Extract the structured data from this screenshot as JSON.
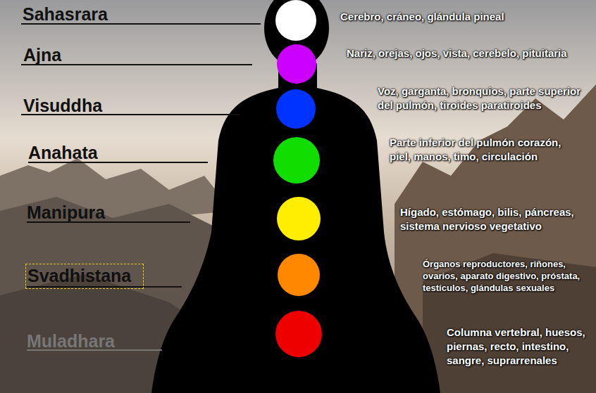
{
  "diagram": {
    "nodes": [
      {
        "text": [
          "Svadhistana"
        ]
      }
    ],
    "labels": [
      "Sahasrara",
      "Cerebro, cráneo, glándula pineal",
      "Ajna",
      "Nariz, orejas, ojos, vista, cerebelo, pituitaria",
      "Visuddha",
      "Voz, garganta, bronquios, parte superior del pulmón, tiroides paratiroides",
      "Anahata",
      "Parte inferior del pulmón corazón, piel, manos, timo, circulación",
      "Manipura",
      "Hígado, estómago, bilis, páncreas, sistema nervioso vegetativo",
      "Órganos reproductores, riñones, ovarios, aparato digestivo, próstata, testículos, glándulas sexuales",
      "Muladhara",
      "Columna vertebral, huesos, piernas, recto, intestino, sangre, suprarrenales"
    ]
  }
}
